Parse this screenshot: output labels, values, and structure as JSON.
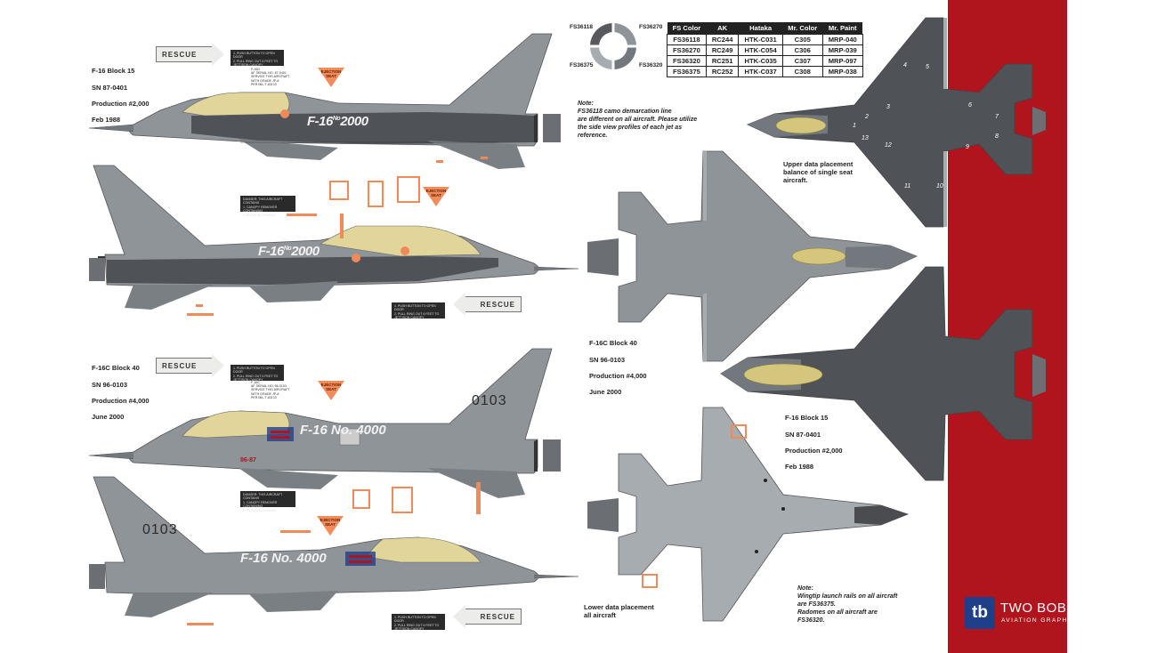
{
  "aircraft_captions": {
    "top_left": [
      "F-16 Block 15",
      "SN 87-0401",
      "Production #2,000",
      "Feb 1988"
    ],
    "mid_left": [
      "F-16C Block 40",
      "SN 96-0103",
      "Production #4,000",
      "June 2000"
    ],
    "center": [
      "F-16C Block 40",
      "SN 96-0103",
      "Production #4,000",
      "June 2000"
    ],
    "right": [
      "F-16 Block 15",
      "SN 87-0401",
      "Production #2,000",
      "Feb 1988"
    ]
  },
  "markings": {
    "rescue": "RESCUE",
    "ejection_seat": "EJECTION SEAT",
    "tail_number": "0103",
    "f16_2000": "F-16",
    "f16_2000_no": "No",
    "f16_2000_val": "2000",
    "f16_4000": "F-16 No. 4000",
    "tail_code": "86-87",
    "stencil_canopy": "1. PUSH BUTTON TO OPEN DOOR\n2. PULL RING OUT 6 FEET TO\n   JETTISON CANOPY",
    "stencil_danger": "DANGER: THIS AIRCRAFT CONTAINS\n1. CANOPY REMOVER CONTAINING\n   EXPLOSIVE CHARGE",
    "stencil_service": "F-16D\nAF SERIAL NO. 87-0401\nSERVICE THIS AIRCRAFT\nWITH GRADE JP-8\nPER MIL-T-83133",
    "stencil_service2": "F-16C\nAF SERIAL NO. 96-0103\nSERVICE THIS AIRCRAFT\nWITH GRADE JP-8\nPER MIL-T-83133"
  },
  "swatch_labels": [
    "FS36118",
    "FS36270",
    "FS36375",
    "FS36320"
  ],
  "colors": {
    "FS36118": "#57595c",
    "FS36270": "#8f9499",
    "FS36320": "#73787e",
    "FS36375": "#a7acb1",
    "canopy": "#e2d59a",
    "orange": "#f08a58",
    "brand_red": "#b0141d",
    "logo_blue": "#1f3f8a"
  },
  "paint_table": {
    "headers": [
      "FS Color",
      "AK",
      "Hataka",
      "Mr. Color",
      "Mr. Paint"
    ],
    "rows": [
      [
        "FS36118",
        "RC244",
        "HTK-C031",
        "C305",
        "MRP-040"
      ],
      [
        "FS36270",
        "RC249",
        "HTK-C054",
        "C306",
        "MRP-039"
      ],
      [
        "FS36320",
        "RC251",
        "HTK-C035",
        "C307",
        "MRP-097"
      ],
      [
        "FS36375",
        "RC252",
        "HTK-C037",
        "C308",
        "MRP-038"
      ]
    ]
  },
  "notes": {
    "camo": "Note:\nFS36118 camo demarcation line\nare different on all aircraft.  Please utilize\nthe side view profiles of each jet as\nreference.",
    "upper_data": "Upper data placement\nbalance of single seat\naircraft.",
    "lower_data": "Lower data placement\nall aircraft",
    "wingtip": "Note:\nWingtip launch rails on all aircraft\nare FS36375.\nRadomes on all aircraft are\nFS36320."
  },
  "decal_numbers": [
    "1",
    "2",
    "3",
    "4",
    "5",
    "6",
    "7",
    "8",
    "9",
    "10",
    "11",
    "12",
    "13"
  ],
  "brand": {
    "logo": "tb",
    "name": "TWO BOBS",
    "sub": "AVIATION GRAPHICS"
  }
}
